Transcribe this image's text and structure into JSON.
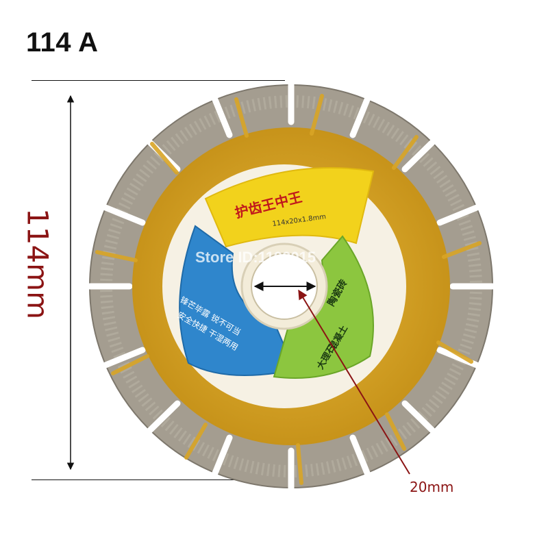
{
  "title": "114 A",
  "dimensions": {
    "height_label": "114mm",
    "bore_label": "20mm"
  },
  "watermark": "Store ID:1192015",
  "label": {
    "brand": "护齿王中王",
    "spec": "114x20x1.8mm",
    "blue_lines": [
      "锋芒毕露 锐不可当",
      "安全快捷 干湿两用"
    ],
    "green_lines": [
      "陶瓷砖",
      "混凝土",
      "大理石"
    ]
  },
  "colors": {
    "dimension": "#8b1414",
    "blade_core": "#d4a21a",
    "segment": "#a39c90",
    "label_yellow": "#f2d21c",
    "label_blue": "#2f86cc",
    "label_green": "#8cc63f"
  }
}
